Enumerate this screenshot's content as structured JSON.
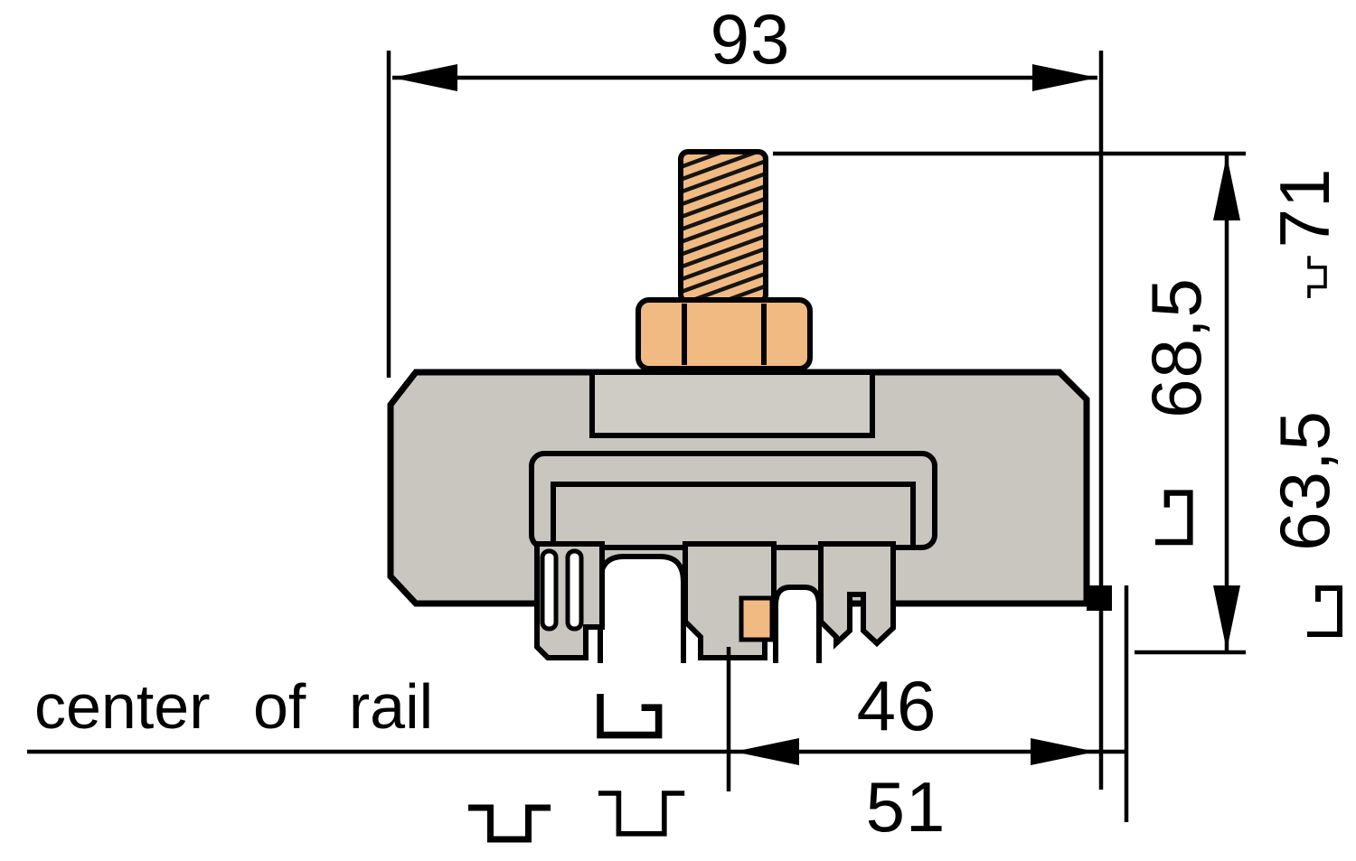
{
  "drawing": {
    "dimensions": {
      "overall_width": "93",
      "height_hat_rail": "71",
      "height_mid": "68,5",
      "height_g_rail": "63,5",
      "center_to_edge": "46",
      "center_to_outer_edge": "51"
    },
    "annotations": {
      "center_of_rail": "center of rail"
    },
    "colors": {
      "copper_orange": "#F2BA83",
      "body_gray": "#C9C6BF",
      "plate_gray": "#CFCCC5",
      "line_black": "#000000",
      "background_white": "#FFFFFF"
    },
    "icons": {
      "dimension_arrow": "dimension-arrow-icon",
      "rail_profile_g": "g-rail-profile-icon",
      "rail_profile_hat": "top-hat-rail-profile-icon"
    }
  }
}
